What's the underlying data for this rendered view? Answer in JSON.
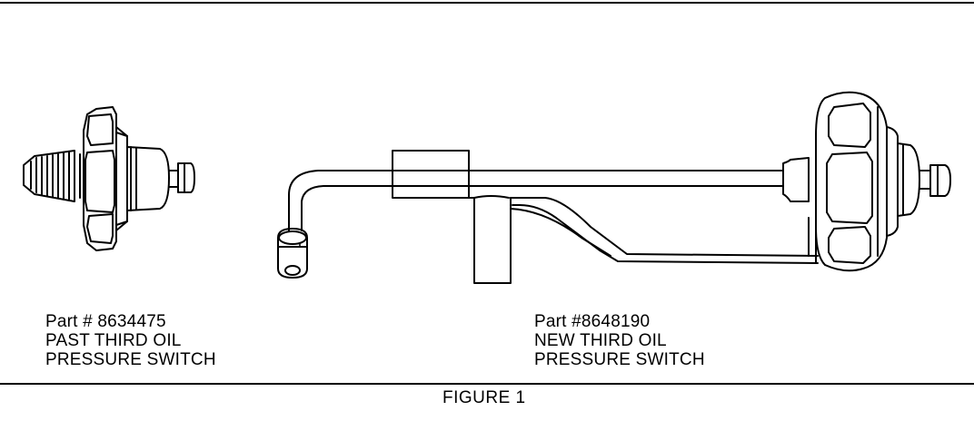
{
  "past_switch": {
    "part_label": "Part # 8634475",
    "line1": "PAST THIRD OIL",
    "line2": "PRESSURE SWITCH"
  },
  "new_switch": {
    "part_label": "Part #8648190",
    "line1": "NEW THIRD OIL",
    "line2": "PRESSURE SWITCH"
  },
  "figure": {
    "label": "FIGURE 1"
  },
  "colors": {
    "ink": "#000000",
    "paper": "#ffffff"
  }
}
